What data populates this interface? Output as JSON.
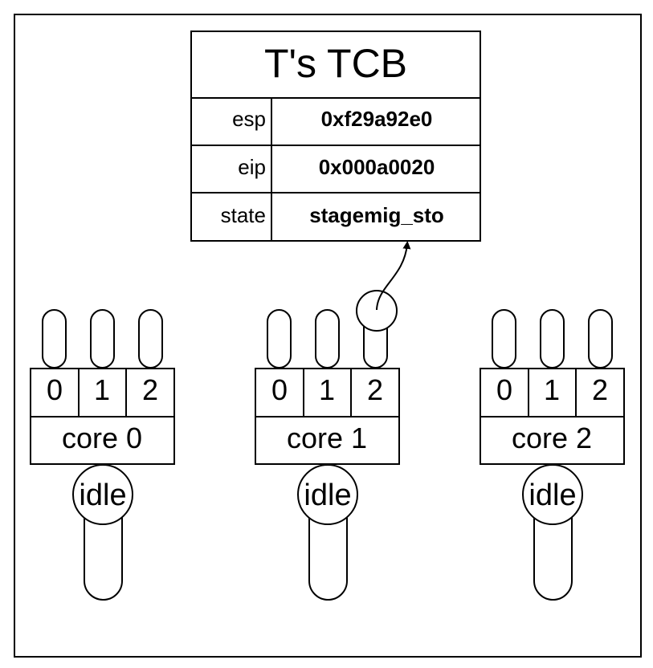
{
  "tcb": {
    "title": "T's TCB",
    "rows": [
      {
        "field": "esp",
        "value": "0xf29a92e0"
      },
      {
        "field": "eip",
        "value": "0x000a0020"
      },
      {
        "field": "state",
        "value": "stagemig_sto"
      }
    ]
  },
  "cores": [
    {
      "label": "core 0",
      "slots": [
        "0",
        "1",
        "2"
      ],
      "idle_label": "idle"
    },
    {
      "label": "core 1",
      "slots": [
        "0",
        "1",
        "2"
      ],
      "idle_label": "idle"
    },
    {
      "label": "core 2",
      "slots": [
        "0",
        "1",
        "2"
      ],
      "idle_label": "idle"
    }
  ]
}
